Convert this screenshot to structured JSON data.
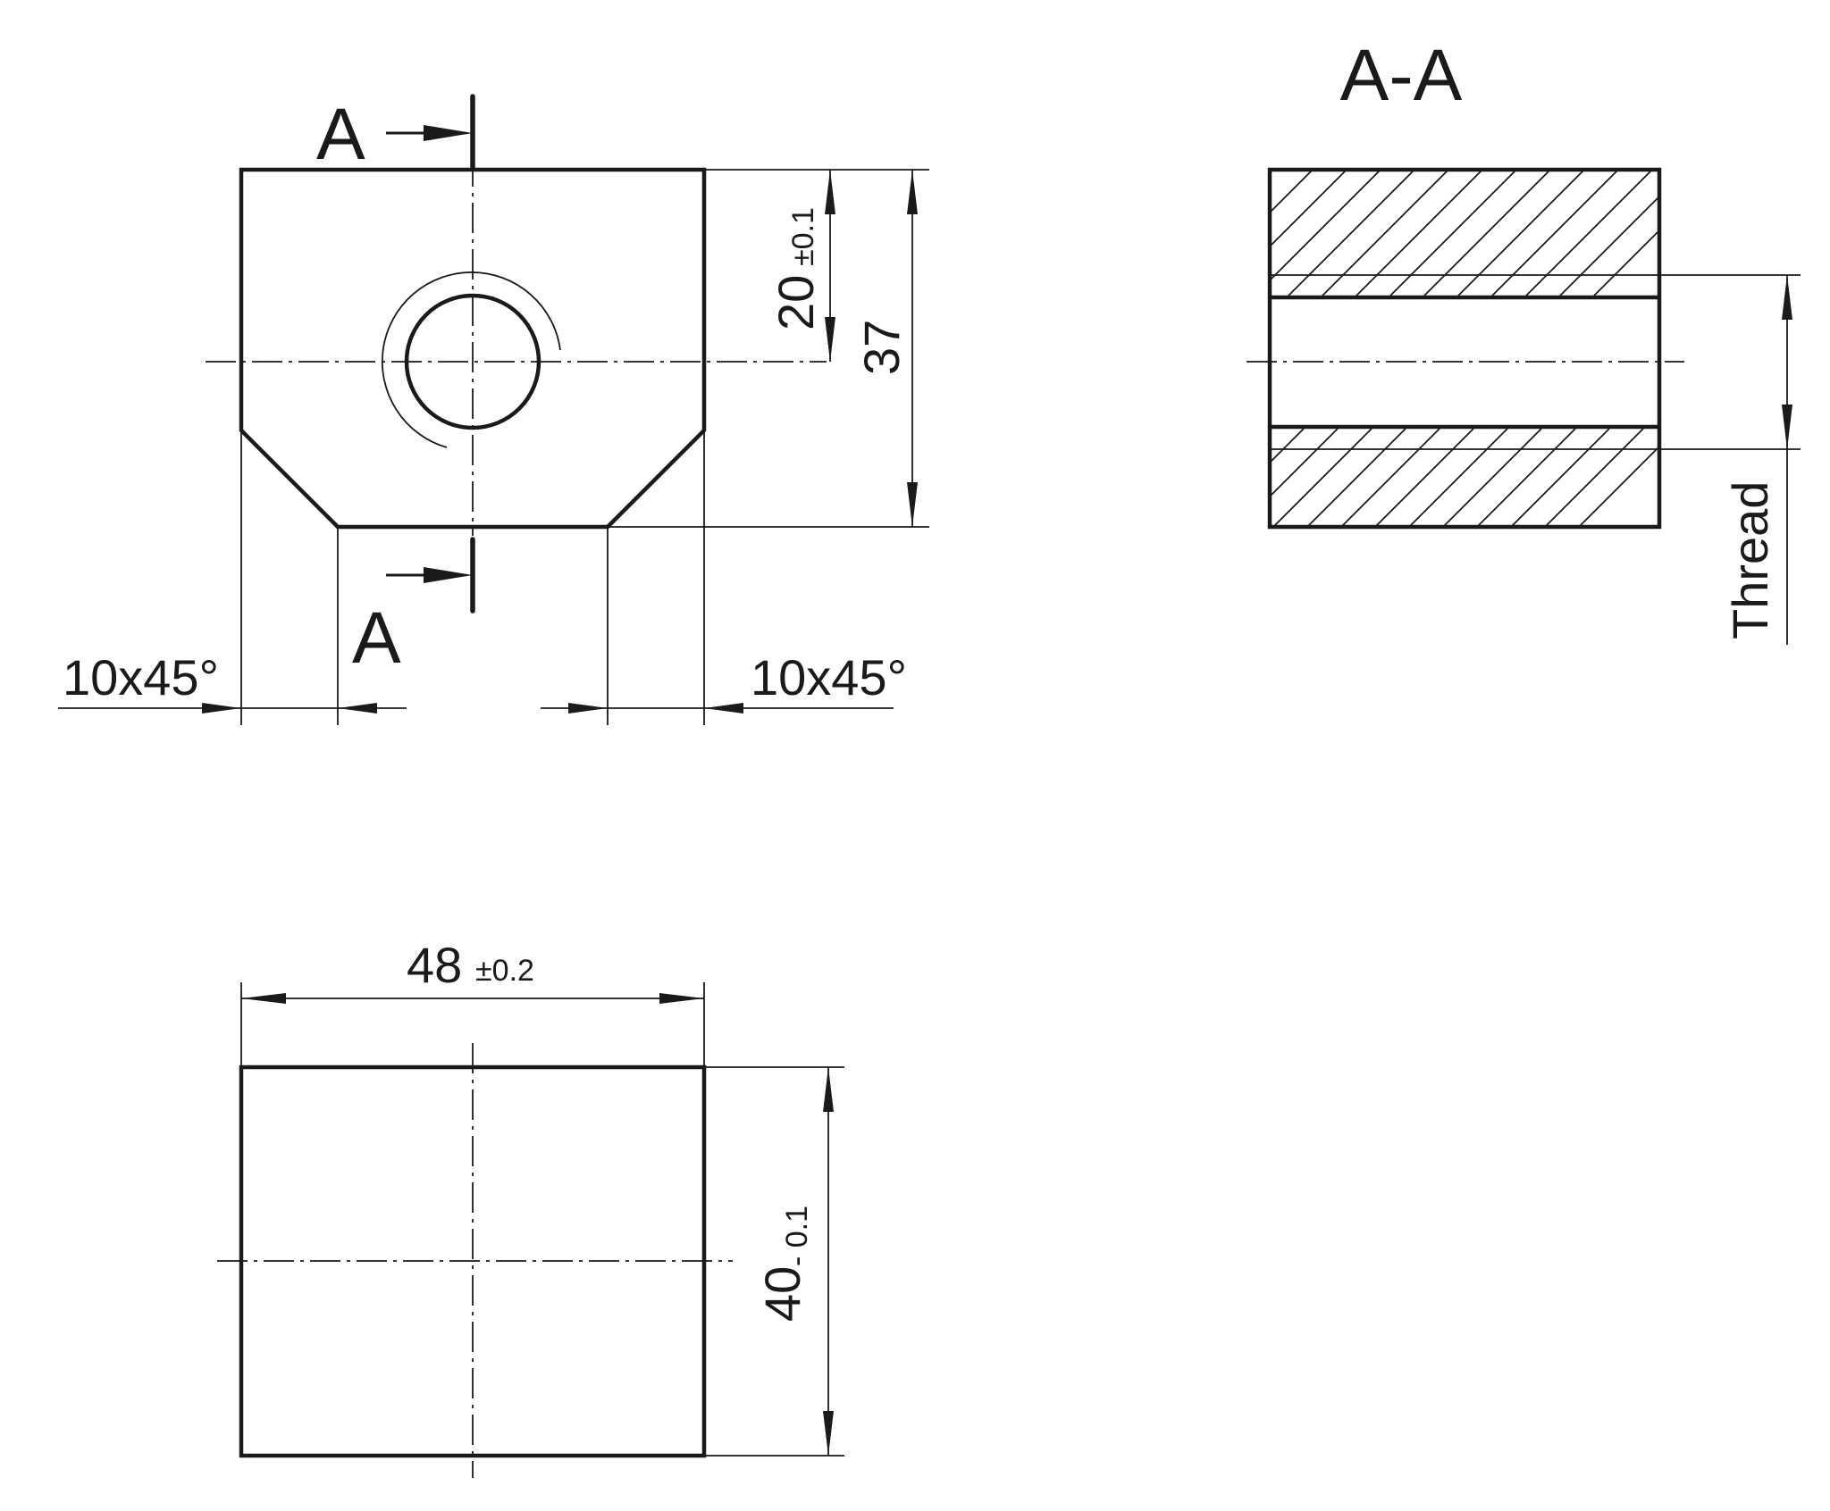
{
  "section_markers": {
    "top": "A",
    "bottom": "A"
  },
  "section_title": "A-A",
  "dimensions": {
    "height_20": {
      "nominal": "20",
      "tolerance": "±0.1"
    },
    "height_37": "37",
    "chamfer_left": "10x45°",
    "chamfer_right": "10x45°",
    "width_48": {
      "nominal": "48",
      "tolerance": "±0.2"
    },
    "depth_40": {
      "nominal": "40",
      "tolerance": "- 0.1"
    },
    "thread": "Thread"
  }
}
